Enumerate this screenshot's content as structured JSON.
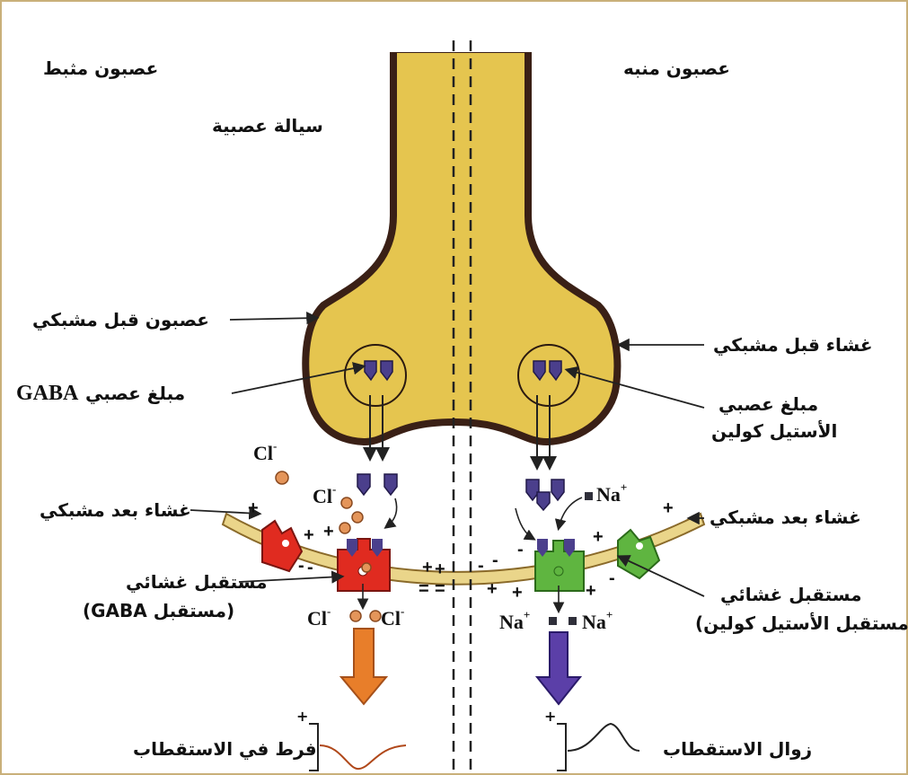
{
  "labels": {
    "inhibitory_neuron": "عصبون مثبط",
    "excitatory_neuron": "عصبون منبه",
    "nerve_fluid": "سيالة عصبية",
    "presynaptic_neuron": "عصبون قبل مشبكي",
    "presynaptic_membrane": "غشاء قبل مشبكي",
    "gaba_transmitter_text": "مبلغ عصبي",
    "gaba_transmitter_abbr": "GABA",
    "ach_transmitter_line1": "مبلغ عصبي",
    "ach_transmitter_line2": "الأستيل كولين",
    "postsynaptic_membrane_left": "غشاء بعد مشبكي",
    "postsynaptic_membrane_right": "غشاء بعد مشبكي",
    "receptor_left_line1": "مستقبل غشائي",
    "receptor_left_line2": "(مستقبل GABA)",
    "receptor_right_line1": "مستقبل غشائي",
    "receptor_right_line2": "(مستقبل الأستيل كولين)",
    "hyperpolarization": "فرط في الاستقطاب",
    "depolarization": "زوال الاستقطاب"
  },
  "ions": {
    "chloride": "Cl",
    "chloride_charge": "-",
    "sodium": "Na",
    "sodium_charge": "+"
  },
  "graph_signs": {
    "plus": "+",
    "minus": "-"
  },
  "colors": {
    "neuron_fill": "#e5c54f",
    "neuron_outline": "#3a2016",
    "gaba_receptor": "#e02b20",
    "ach_receptor": "#5fb540",
    "vesicle_transmitter": "#4b3f8c",
    "chloride_ion": "#e4955a",
    "sodium_ion": "#2f2f3a",
    "hyperpolarization_arrow": "#e87e2a",
    "depolarization_arrow": "#5b3fa8",
    "membrane_fill": "#ead58a"
  }
}
